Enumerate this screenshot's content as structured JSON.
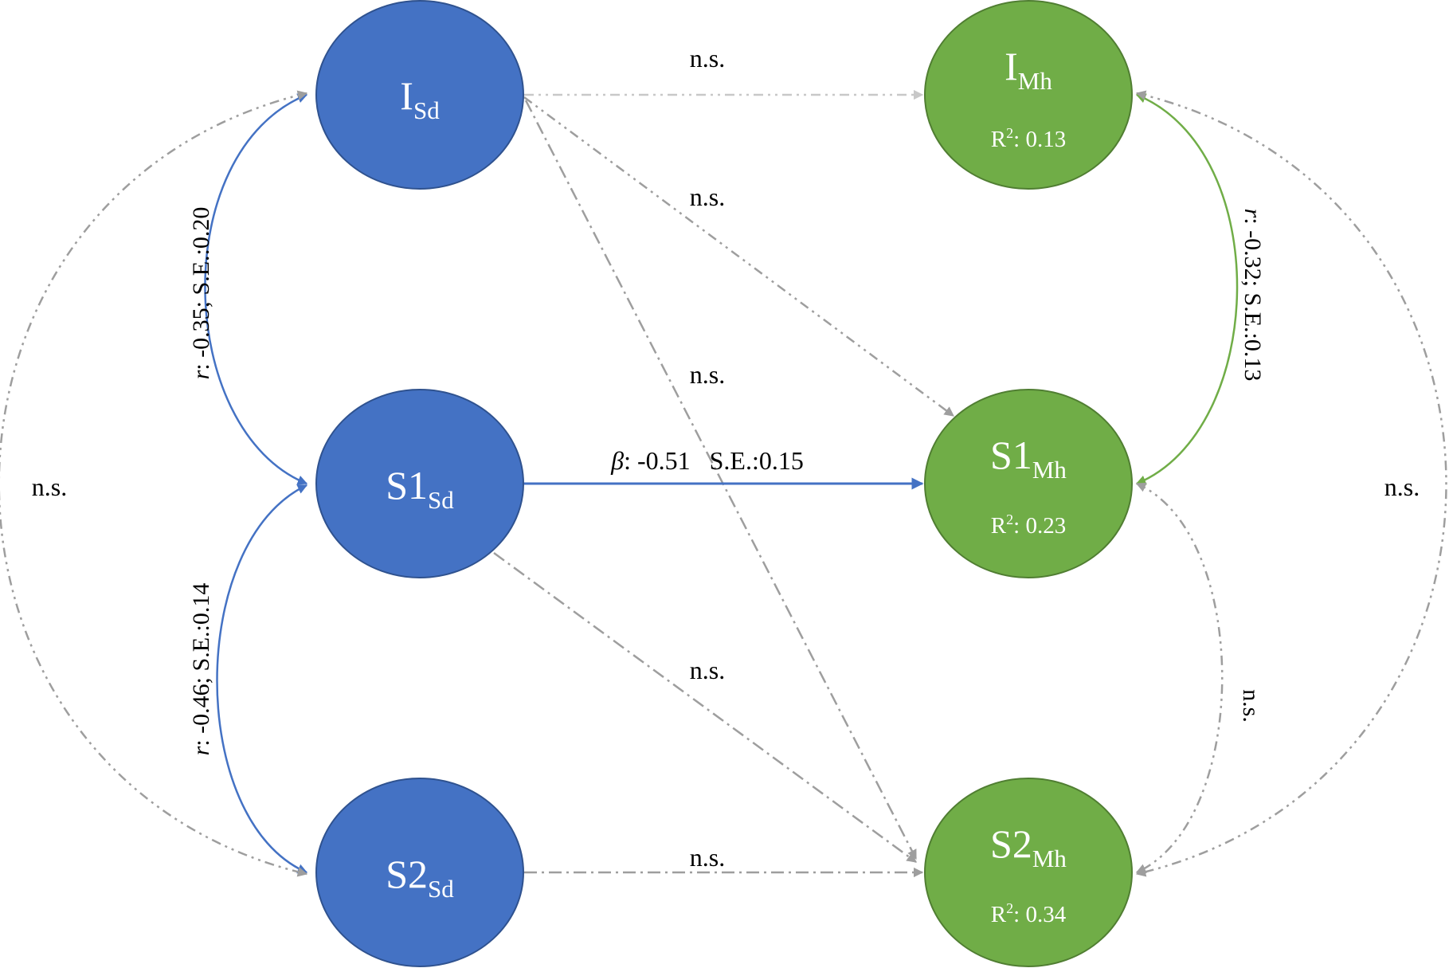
{
  "colors": {
    "sd_node": "#4472c4",
    "mh_node": "#70ad47",
    "sd_edge": "#4472c4",
    "mh_edge": "#70ad47",
    "ns_edge": "#9e9e9e",
    "ns_edge_light": "#c8c8c8"
  },
  "nodes": {
    "i_sd": {
      "main": "I",
      "sub": "Sd"
    },
    "s1_sd": {
      "main": "S1",
      "sub": "Sd"
    },
    "s2_sd": {
      "main": "S2",
      "sub": "Sd"
    },
    "i_mh": {
      "main": "I",
      "sub": "Mh",
      "r2_prefix": "R",
      "r2_sup": "2",
      "r2_value": ": 0.13"
    },
    "s1_mh": {
      "main": "S1",
      "sub": "Mh",
      "r2_prefix": "R",
      "r2_sup": "2",
      "r2_value": ": 0.23"
    },
    "s2_mh": {
      "main": "S2",
      "sub": "Mh",
      "r2_prefix": "R",
      "r2_sup": "2",
      "r2_value": ": 0.34"
    }
  },
  "labels": {
    "ns": "n.s.",
    "beta_symbol": "β",
    "beta_text": ": -0.51   S.E.:0.15",
    "r_symbol": "r",
    "r_isd_s1sd": ": -0.35; S.E.:0.20",
    "r_s1sd_s2sd": ": -0.46; S.E.:0.14",
    "r_imh_s1mh": ": -0.32; S.E.:0.13"
  }
}
